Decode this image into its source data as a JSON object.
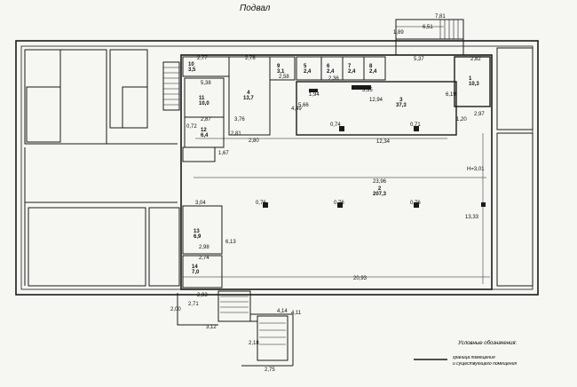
{
  "title": "Подвал",
  "rooms": [
    {
      "no": "1",
      "area": "10,3"
    },
    {
      "no": "2",
      "area": "207,3"
    },
    {
      "no": "3",
      "area": "37,3"
    },
    {
      "no": "4",
      "area": "13,7"
    },
    {
      "no": "5",
      "area": "2,4"
    },
    {
      "no": "6",
      "area": "2,4"
    },
    {
      "no": "7",
      "area": "2,4"
    },
    {
      "no": "8",
      "area": "2,4"
    },
    {
      "no": "9",
      "area": "3,1"
    },
    {
      "no": "10",
      "area": "3,5"
    },
    {
      "no": "11",
      "area": "10,0"
    },
    {
      "no": "12",
      "area": "6,4"
    },
    {
      "no": "13",
      "area": "6,9"
    },
    {
      "no": "14",
      "area": "7,0"
    }
  ],
  "dims": {
    "d781": "7,81",
    "d651": "6,51",
    "d189": "1,89",
    "d282": "2,82",
    "d537": "5,37",
    "d277": "2,77",
    "d278": "2,78",
    "d258": "2,58",
    "d236": "2,36",
    "d538": "5,38",
    "d1294": "12,94",
    "d1234": "12,34",
    "d335": "3,35",
    "d194": "1,94",
    "d566": "5,66",
    "d449": "4,49",
    "d619": "6,19",
    "d297": "2,97",
    "d2396": "23,96",
    "d301": "H=3,01",
    "d1333": "13,33",
    "d2093": "20,93",
    "d304": "3,04",
    "d298": "2,98",
    "d274": "2,74",
    "d613": "6,13",
    "d293": "2,93",
    "d200": "2,00",
    "d312": "3,12",
    "d275": "2,75",
    "d414": "4,14",
    "d218": "2,18",
    "d411": "4,11",
    "d287": "2,87",
    "d280": "2,80",
    "d376": "3,76",
    "d076a": "0,76",
    "d076b": "0,76",
    "d076c": "0,76",
    "d071": "0,71",
    "d074": "0,74",
    "d072": "0,72",
    "d167": "1,67",
    "d120": "1,20",
    "d281": "2,81",
    "d271": "2,71"
  },
  "legend": {
    "title": "Условные обозначения:",
    "line1": "граница помещения",
    "line2": "и существующего помещения"
  },
  "colors": {
    "ink": "#1a1a1a",
    "paper": "#f6f6f3"
  }
}
